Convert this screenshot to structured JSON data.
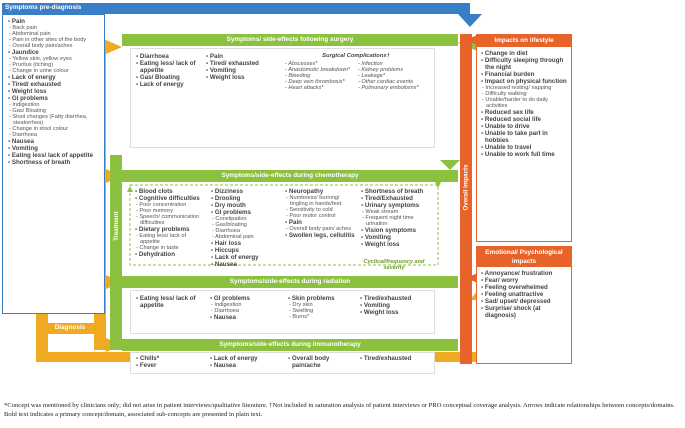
{
  "pre_diagnosis": {
    "header": "Symptoms pre-diagnosis",
    "groups": [
      {
        "label": "Pain",
        "subs": [
          "Back pain",
          "Abdominal pain",
          "Pain in other sites of the body",
          "Overall body pain/aches"
        ]
      },
      {
        "label": "Jaundice",
        "subs": [
          "Yellow skin, yellow eyes",
          "Pruritus (itching)",
          "Change in urine colour"
        ]
      },
      {
        "label": "Lack of energy",
        "subs": []
      },
      {
        "label": "Tired/ exhausted",
        "subs": []
      },
      {
        "label": "Weight loss",
        "subs": []
      },
      {
        "label": "GI problems",
        "subs": [
          "Indigestion",
          "Gas/ Bloating",
          "Stool changes (Fatty diarrhea, steatorrhea)",
          "Change in stool colour",
          "Diarrhoea"
        ]
      },
      {
        "label": "Nausea",
        "subs": []
      },
      {
        "label": "Vomiting",
        "subs": []
      },
      {
        "label": "Eating less/ lack of appetite",
        "subs": []
      },
      {
        "label": "Shortness of breath",
        "subs": []
      }
    ]
  },
  "labels": {
    "diagnosis": "Diagnosis",
    "treatment": "Treatment",
    "overall_impacts": "Overall impacts"
  },
  "surgery": {
    "header": "Symptoms/ side-effects following surgery",
    "col1": [
      "Diarrhoea",
      "Eating less/ lack of appetite",
      "Gas/ Bloating",
      "Lack of energy"
    ],
    "col2": [
      "Pain",
      "Tired/ exhausted",
      "Vomiting",
      "Weight loss"
    ],
    "complications_title": "Surgical Complications†",
    "complications_col1": [
      "Abscesses*",
      "Anastomotic breakdown*",
      "Bleeding",
      "Deep vein thrombosis*",
      "Heart attacks*"
    ],
    "complications_col2": [
      "Infection",
      "Kidney problems",
      "Leakage*",
      "Other cardiac events",
      "Pulmonary embolisms*"
    ]
  },
  "chemo": {
    "header": "Symptoms/side-effects during chemotherapy",
    "col1": [
      {
        "label": "Blood clots",
        "subs": []
      },
      {
        "label": "Cognitive difficulties",
        "subs": [
          "Poor concentration",
          "Poor memory",
          "Speech/ communication difficulties"
        ]
      },
      {
        "label": "Dietary problems",
        "subs": [
          "Eating less/ lack of appetite",
          "Change in taste"
        ]
      },
      {
        "label": "Dehydration",
        "subs": []
      }
    ],
    "col2": [
      {
        "label": "Dizziness",
        "subs": []
      },
      {
        "label": "Drooling",
        "subs": []
      },
      {
        "label": "Dry mouth",
        "subs": []
      },
      {
        "label": "GI problems",
        "subs": [
          "Constipation",
          "Gas/bloating",
          "Diarrhoea",
          "Abdominal pain"
        ]
      },
      {
        "label": "Hair loss",
        "subs": []
      },
      {
        "label": "Hiccups",
        "subs": []
      },
      {
        "label": "Lack of energy",
        "subs": []
      },
      {
        "label": "Nausea",
        "subs": []
      }
    ],
    "col3": [
      {
        "label": "Neuropathy",
        "subs": [
          "Numbness/ burning/ tingling in hands/feet",
          "Sensitivity to cold",
          "Poor motor control"
        ]
      },
      {
        "label": "Pain",
        "subs": [
          "Overall body pain/ aches"
        ]
      },
      {
        "label": "Swollen legs, cellulitis",
        "subs": []
      }
    ],
    "col4": [
      {
        "label": "Shortness of breath",
        "subs": []
      },
      {
        "label": "Tired/Exhausted",
        "subs": []
      },
      {
        "label": "Urinary symptoms",
        "subs": [
          "Weak stream",
          "Frequent night time urination"
        ]
      },
      {
        "label": "Vision symptoms",
        "subs": []
      },
      {
        "label": "Vomiting",
        "subs": []
      },
      {
        "label": "Weight loss",
        "subs": []
      }
    ],
    "cyclical": "Cyclical/frequency and severity"
  },
  "radiation": {
    "header": "Symptoms/side-effects during radiation",
    "col1": [
      {
        "label": "Eating less/ lack of appetite",
        "subs": []
      }
    ],
    "col2": [
      {
        "label": "GI problems",
        "subs": [
          "Indigestion",
          "Diarrhoea"
        ]
      },
      {
        "label": "Nausea",
        "subs": []
      }
    ],
    "col3": [
      {
        "label": "Skin problems",
        "subs": [
          "Dry skin",
          "Swelling",
          "Burns*"
        ]
      }
    ],
    "col4": [
      {
        "label": "Tired/exhausted",
        "subs": []
      },
      {
        "label": "Vomiting",
        "subs": []
      },
      {
        "label": "Weight loss",
        "subs": []
      }
    ]
  },
  "immuno": {
    "header": "Symptoms/side-effects during immunotherapy",
    "col1": [
      "Chills*",
      "Fever"
    ],
    "col2": [
      "Lack of energy",
      "Nausea"
    ],
    "col3": [
      "Overall body pain/ache"
    ],
    "col4": [
      "Tired/exhausted"
    ]
  },
  "lifestyle": {
    "header": "Impacts on lifestyle",
    "items": [
      {
        "label": "Change in diet",
        "subs": []
      },
      {
        "label": "Difficulty sleeping through the night",
        "subs": []
      },
      {
        "label": "Financial burden",
        "subs": []
      },
      {
        "label": "Impact on physical function",
        "subs": [
          "Increased resting/ napping",
          "Difficulty walking",
          "Unable/harder to do daily activities"
        ]
      },
      {
        "label": "Reduced sex life",
        "subs": []
      },
      {
        "label": "Reduced social life",
        "subs": []
      },
      {
        "label": "Unable to drive",
        "subs": []
      },
      {
        "label": "Unable to take part in hobbies",
        "subs": []
      },
      {
        "label": "Unable to travel",
        "subs": []
      },
      {
        "label": "Unable to work full time",
        "subs": []
      }
    ]
  },
  "emotional": {
    "header": "Emotional/ Psychological impacts",
    "items": [
      "Annoyance/ frustration",
      "Fear/ worry",
      "Feeling overwhelmed",
      "Feeling unattractive",
      "Sad/ upset/ depressed",
      "Surprise/ shock (at diagnosis)"
    ]
  },
  "footnote": "*Concept was mentioned by clinicians only; did not arise in patient interviews/qualitative literature. †Not included in saturation analysis of patient interviews or PRO conceptual coverage analysis. Arrows indicate relationships between concepts/domains. Bold text indicates a primary concept/domain, associated sub-concepts are presented in plain text.",
  "colors": {
    "blue": "#3a7ec8",
    "green": "#8cc13f",
    "orange": "#f0aa22",
    "red": "#e8632a"
  }
}
